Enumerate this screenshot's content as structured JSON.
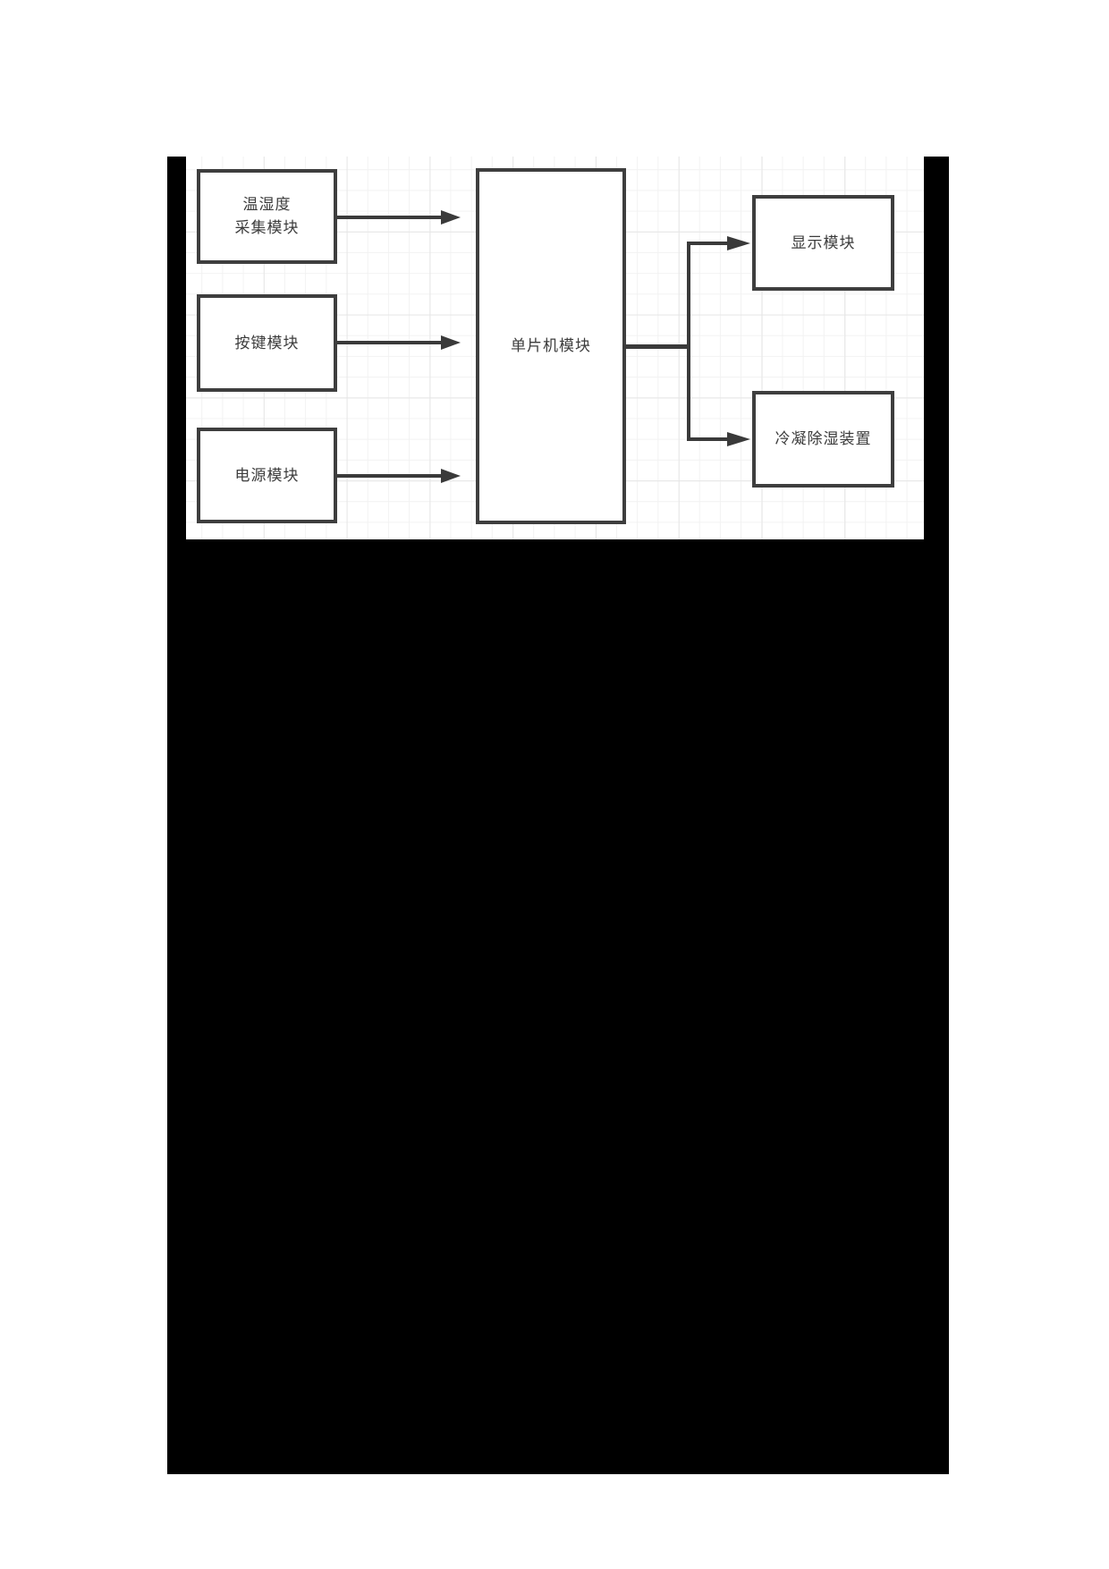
{
  "page": {
    "background": "#ffffff",
    "redaction_color": "#000000"
  },
  "diagram": {
    "type": "block-diagram",
    "background": "#ffffff",
    "grid_minor_color": "#f2f2f2",
    "grid_major_color": "#e6e6e6",
    "box_border_color": "#3e3e3e",
    "arrow_color": "#3a3a3a",
    "text_color": "#3c3c3c",
    "nodes": {
      "sensor": {
        "line1": "温湿度",
        "line2": "采集模块"
      },
      "keypad": {
        "label": "按键模块"
      },
      "power": {
        "label": "电源模块"
      },
      "mcu": {
        "label": "单片机模块"
      },
      "display": {
        "label": "显示模块"
      },
      "dehumidifier": {
        "label": "冷凝除湿装置"
      }
    },
    "edges": [
      {
        "from": "sensor",
        "to": "mcu",
        "type": "arrow"
      },
      {
        "from": "keypad",
        "to": "mcu",
        "type": "arrow"
      },
      {
        "from": "power",
        "to": "mcu",
        "type": "arrow"
      },
      {
        "from": "mcu",
        "to": "display",
        "type": "arrow"
      },
      {
        "from": "mcu",
        "to": "dehumidifier",
        "type": "arrow"
      }
    ]
  }
}
